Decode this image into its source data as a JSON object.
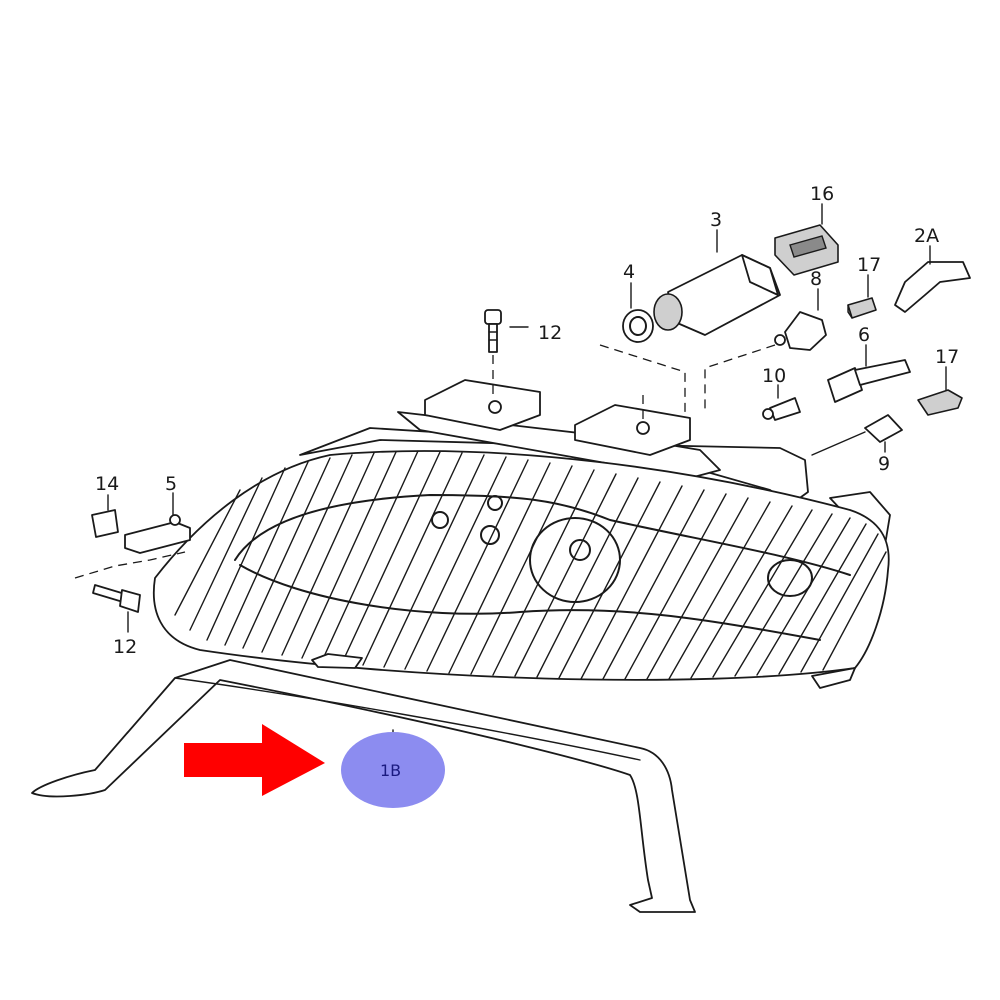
{
  "labels": {
    "p16": "16",
    "p3": "3",
    "p2a": "2A",
    "p4": "4",
    "p17a": "17",
    "p8": "8",
    "p12top": "12",
    "p6": "6",
    "p17b": "17",
    "p10": "10",
    "p9": "9",
    "p14": "14",
    "p5": "5",
    "p12bottom": "12",
    "p1b": "1B"
  },
  "colors": {
    "highlight_circle": "#8c8cf0",
    "highlight_text": "#1a1a80",
    "arrow": "#ff0000",
    "lines": "#1a1a1a"
  }
}
